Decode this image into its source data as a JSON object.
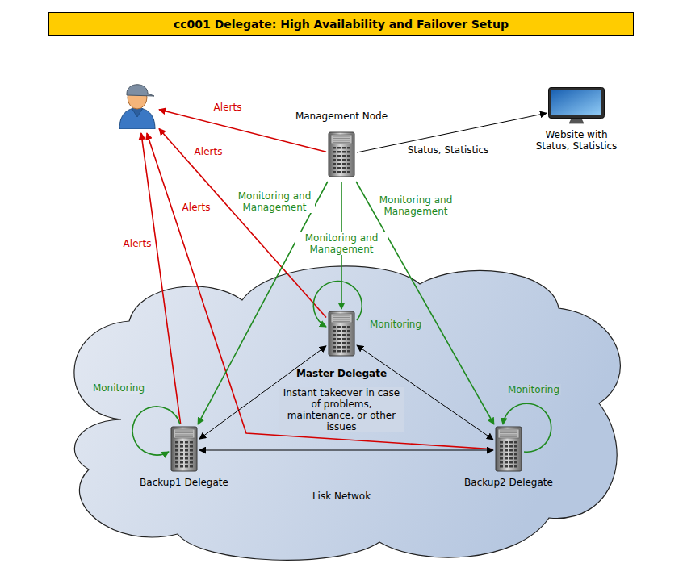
{
  "diagram": {
    "title": "cc001 Delegate: High Availability and Failover Setup",
    "nodes": [
      {
        "text": []
      },
      {
        "text": [
          "Management Node"
        ]
      },
      {
        "text": [
          "Website with Status, Statistics"
        ]
      },
      {
        "text": [
          "Lisk Netwok"
        ]
      },
      {
        "text": [
          "Master Delegate"
        ],
        "in": 3
      },
      {
        "text": [
          "Backup1 Delegate"
        ],
        "in": 3
      },
      {
        "text": [
          "Backup2 Delegate"
        ],
        "in": 3
      }
    ],
    "edges": [
      {
        "from": 1,
        "to": 0,
        "arrow": "to",
        "label": "Alerts"
      },
      {
        "from": 4,
        "to": 0,
        "arrow": "to",
        "label": "Alerts"
      },
      {
        "from": 5,
        "to": 0,
        "arrow": "to",
        "label": "Alerts"
      },
      {
        "from": 6,
        "to": 0,
        "arrow": "to",
        "label": "Alerts"
      },
      {
        "from": 1,
        "to": 2,
        "arrow": "to",
        "label": "Status, Statistics"
      },
      {
        "from": 1,
        "to": 4,
        "arrow": "to",
        "label": "Monitoring and Management"
      },
      {
        "from": 1,
        "to": 5,
        "arrow": "to",
        "label": "Monitoring and Management"
      },
      {
        "from": 1,
        "to": 6,
        "arrow": "to",
        "label": "Monitoring and Management"
      },
      {
        "from": 4,
        "to": 5,
        "arrow": "both"
      },
      {
        "from": 4,
        "to": 6,
        "arrow": "both"
      },
      {
        "from": 5,
        "to": 6,
        "arrow": "both"
      },
      {
        "from": 4,
        "to": 4,
        "arrow": "to",
        "label": "Monitoring"
      },
      {
        "from": 5,
        "to": 5,
        "arrow": "to",
        "label": "Monitoring"
      },
      {
        "from": 6,
        "to": 6,
        "arrow": "to",
        "label": "Monitoring"
      }
    ],
    "labels": [
      "Instant takeover in case of problems, maintenance, or other issues"
    ]
  }
}
